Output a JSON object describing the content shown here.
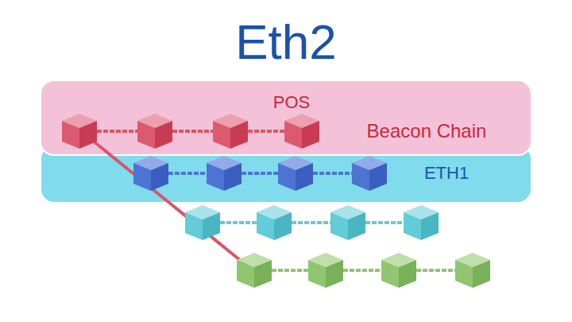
{
  "diagram": {
    "title": "Eth2",
    "nodes": [
      {
        "text": [
          "POS",
          "Beacon Chain"
        ]
      },
      {
        "text": [
          "ETH1"
        ]
      }
    ]
  }
}
